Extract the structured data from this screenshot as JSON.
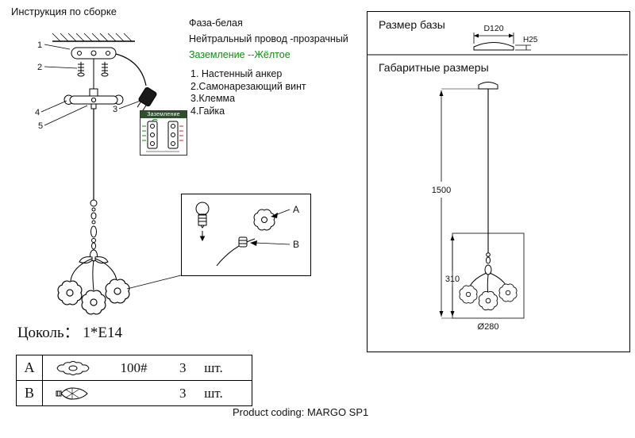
{
  "title": "Инструкция по сборке",
  "colors": {
    "grounding_green": "#128A12",
    "line_black": "#000000",
    "paper_white": "#FFFFFF"
  },
  "wiring": {
    "phase": "Фаза-белая",
    "neutral": "Нейтральный провод -прозрачный",
    "ground": "Заземление --Жёлтое"
  },
  "parts_list": {
    "item1": "1. Настенный анкер",
    "item2": "2.Самонарезающий винт",
    "item3": "3.Клемма",
    "item4": "4.Гайка"
  },
  "grounding_box": {
    "title": "Заземление"
  },
  "callouts": {
    "c1": "1",
    "c2": "2",
    "c3": "3",
    "c4": "4",
    "c5": "5"
  },
  "detail_box": {
    "label_a": "A",
    "label_b": "B"
  },
  "right_panel": {
    "base_title": "Размер базы",
    "dim_d": "D120",
    "dim_h": "H25",
    "overall_title": "Габаритные размеры",
    "dim_length": "1500",
    "dim_height": "310",
    "dim_diameter": "Ø280"
  },
  "socket_label": "Цоколь： 1*E14",
  "table": {
    "rows": [
      {
        "id": "A",
        "icon": "flower-shade-icon",
        "spec": "100#",
        "qty": "3",
        "unit": "шт."
      },
      {
        "id": "B",
        "icon": "bulb-icon",
        "spec": "",
        "qty": "3",
        "unit": "шт."
      }
    ]
  },
  "footer": "Product coding: MARGO SP1"
}
